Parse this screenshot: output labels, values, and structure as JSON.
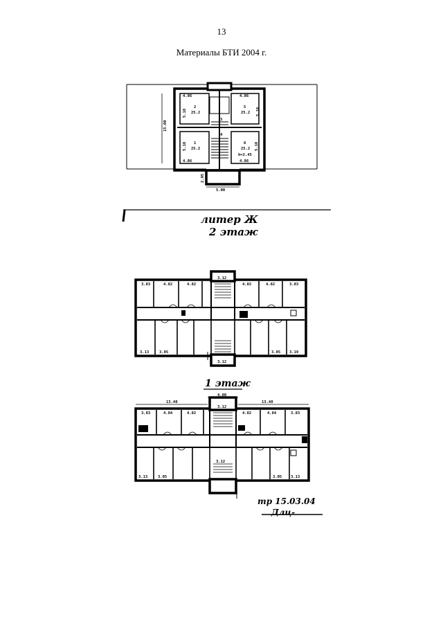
{
  "header": {
    "page_number": "13",
    "caption": "Материалы БТИ 2004 г."
  },
  "plan_top": {
    "labels": {
      "dim_top_left": "4.86",
      "dim_top_right": "4.86",
      "dim_bottom_left": "4.86",
      "dim_bottom_right": "4.86",
      "dim_height": "15.00",
      "dim_width": "5.00",
      "dim_side_left": "2.95",
      "room_tl": "2",
      "room_tl_area": "25.2",
      "room_tr": "5",
      "room_tr_area": "25.2",
      "room_bl": "1",
      "room_bl_area": "25.2",
      "room_br": "6",
      "room_br_area": "25.2",
      "room_br_extra": "h=2.45",
      "side_a": "5.18",
      "side_b": "5.18",
      "side_c": "5.18",
      "side_d": "5.18",
      "center_a": "3",
      "center_b": "4"
    }
  },
  "plan_middle": {
    "title_line1": "литер Ж",
    "title_line2": "2 этаж",
    "labels": {
      "top_1": "3.83",
      "top_2": "4.82",
      "top_3": "4.82",
      "top_4": "3.12",
      "top_5": "4.82",
      "top_6": "4.82",
      "top_7": "3.83",
      "bottom_1": "3.13",
      "bottom_2": "3.05",
      "bottom_3": "3.05",
      "bottom_4": "3.19",
      "stair": "3.12"
    }
  },
  "plan_bottom": {
    "title": "1 этаж",
    "labels": {
      "top_width_left": "13.40",
      "top_center": "4.80",
      "top_width_right": "13.40",
      "top_1": "3.83",
      "top_2": "4.84",
      "top_3": "4.82",
      "top_4": "3.12",
      "top_5": "4.82",
      "top_6": "4.84",
      "top_7": "3.83",
      "bottom_1": "3.13",
      "bottom_2": "3.05",
      "bottom_3": "3.05",
      "bottom_4": "3.13",
      "stair": "3.12"
    },
    "signature_line1": "тр 15.03.04",
    "signature_line2": "Длц-"
  }
}
